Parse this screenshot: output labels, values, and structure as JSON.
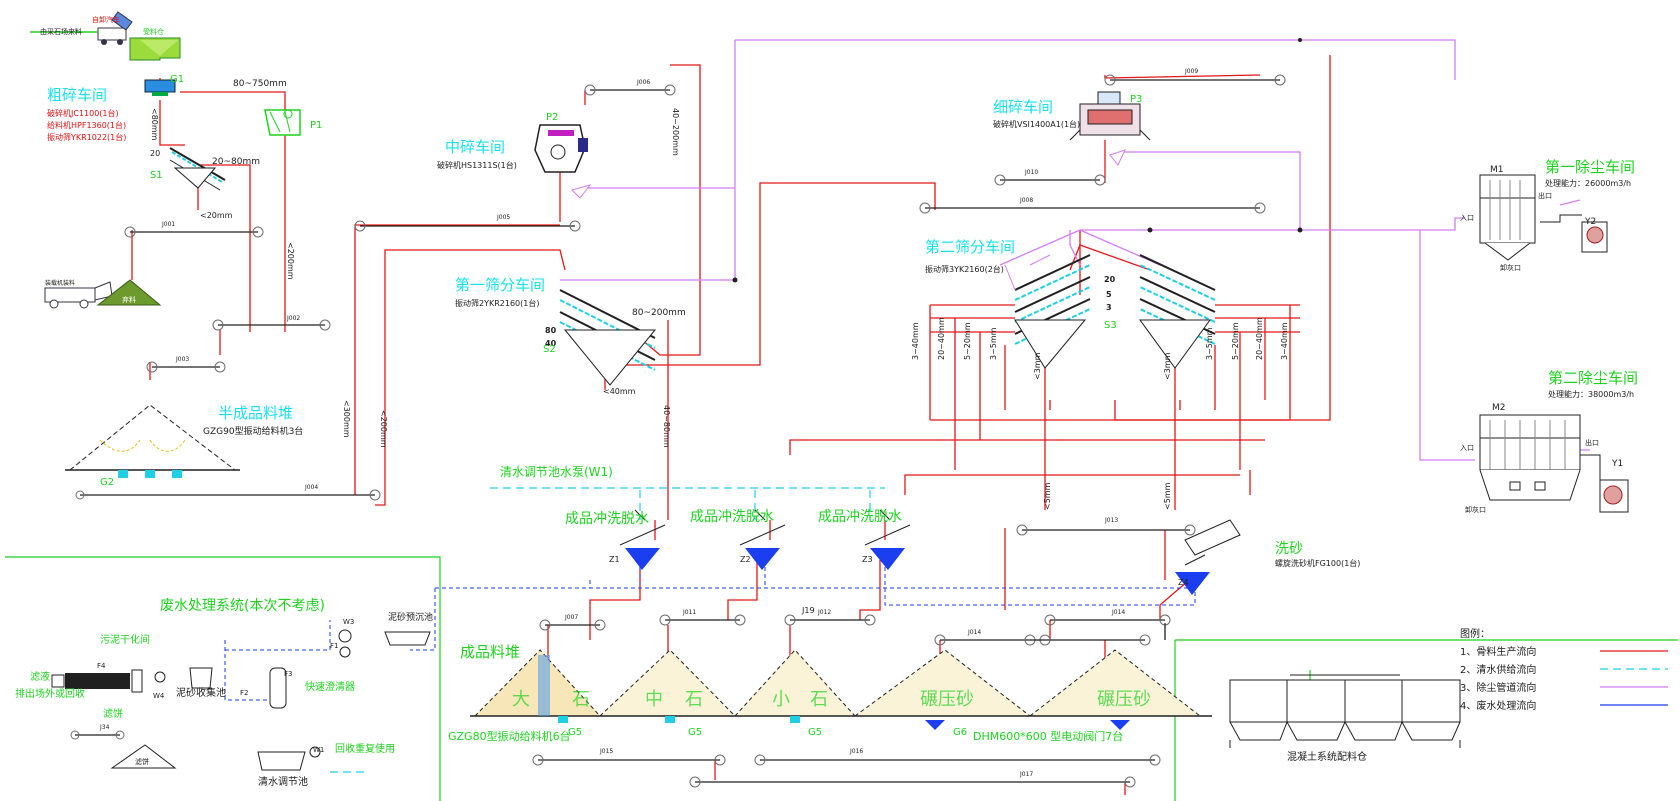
{
  "workshops": {
    "coarse": {
      "title": "粗碎车间",
      "lines": [
        "破碎机JC1100(1台)",
        "给料机HPF1360(1台)",
        "振动筛YKR1022(1台)"
      ]
    },
    "medium": {
      "title": "中碎车间",
      "line": "破碎机HS1311S(1台)"
    },
    "fine": {
      "title": "细碎车间",
      "line": "破碎机VSI1400A1(1台)"
    },
    "screen1": {
      "title": "第一筛分车间",
      "line": "振动筛2YKR2160(1台)"
    },
    "screen2": {
      "title": "第二筛分车间",
      "line": "振动筛3YK2160(2台)"
    },
    "dust1": {
      "title": "第一除尘车间",
      "line": "处理能力：26000m3/h"
    },
    "dust2": {
      "title": "第二除尘车间",
      "line": "处理能力：38000m3/h"
    },
    "semi": {
      "title": "半成品料堆",
      "line": "GZG90型振动给料机3台"
    },
    "wastewater": {
      "title": "废水处理系统(本次不考虑)"
    },
    "product": {
      "title": "成品料堆"
    }
  },
  "top": {
    "truck_label": "由采石场来料",
    "dump_label": "自卸汽车",
    "bin_label": "受料仓"
  },
  "waste_truck": {
    "label": "装载机装料",
    "pile": "弃料"
  },
  "wash_labels": [
    "成品冲洗脱水",
    "成品冲洗脱水",
    "成品冲洗脱水"
  ],
  "sand_wash": {
    "title": "洗砂",
    "line": "螺旋洗砂机FG100(1台)"
  },
  "clear_pump": "清水调节池水泵(W1)",
  "size_labels": {
    "s80_750": "80~750mm",
    "s20_80": "20~80mm",
    "lt20": "<20mm",
    "lt200": "<200mm",
    "lt80": "<80mm",
    "lt300": "<300mm",
    "lt40": "<40mm",
    "s40_80": "40~80mm",
    "s40_200": "40~200mm",
    "s80_200": "80~200mm",
    "s3_40": "3~40mm",
    "s20_40": "20~40mm",
    "s5_20": "5~20mm",
    "s3_5": "3~5mm",
    "lt3": "<3mm",
    "lt5": "<5mm",
    "n20": "20",
    "n5": "5",
    "n3": "3",
    "n80": "80",
    "n40": "40"
  },
  "belt_ids": [
    "J001",
    "J002",
    "J003",
    "J004",
    "J005",
    "J006",
    "J007",
    "J008",
    "J009",
    "J010",
    "J011",
    "J012",
    "J013",
    "J014",
    "J015",
    "J016",
    "J017",
    "J19",
    "J34",
    "J014"
  ],
  "equipment_ids": [
    "G1",
    "S1",
    "P1",
    "P2",
    "P3",
    "S2",
    "S3",
    "M1",
    "M2",
    "Y1",
    "Y2",
    "G2",
    "Z1",
    "Z2",
    "Z3",
    "Z4",
    "G5",
    "G5",
    "G5",
    "G6",
    "W3",
    "F1",
    "F2",
    "F3",
    "F4",
    "W4",
    "W1"
  ],
  "mesh": "20",
  "pile_labels": {
    "da": "大",
    "shi1": "石",
    "zhong": "中",
    "shi2": "石",
    "xiao": "小",
    "shi3": "石",
    "sand1": "碾压砂",
    "sand2": "碾压砂"
  },
  "feeders": {
    "gzg80": "GZG80型振动给料机6台",
    "dhm": "DHM600*600 型电动阀门7台"
  },
  "concrete": "混凝土系统配料仓",
  "ports": {
    "inlet": "入口",
    "outlet": "出口",
    "discharge": "卸灰口"
  },
  "ww": {
    "sludge_dry": "污泥干化间",
    "filtrate": "滤液",
    "to_field": "排出场外或回收",
    "cake": "滤饼",
    "cake_pile": "滤饼",
    "sludge_pool": "泥砂收集池",
    "fast_clarifier": "快速澄清器",
    "clear_pool": "清水调节池",
    "reuse": "回收重复使用",
    "pre_settle": "泥砂预沉池"
  },
  "legend": {
    "title": "图例：",
    "items": [
      "1、骨料生产流向",
      "2、清水供给流向",
      "3、除尘管道流向",
      "4、废水处理流向"
    ],
    "colors": [
      "#e41616",
      "#1ecfe6",
      "#d27ef0",
      "#1a3ef0"
    ]
  }
}
